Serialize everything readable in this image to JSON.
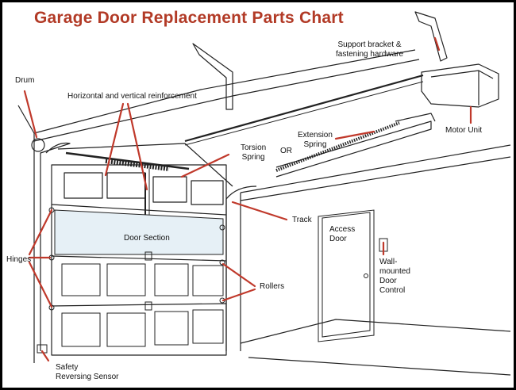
{
  "title": "Garage Door Replacement Parts Chart",
  "colors": {
    "title": "#b23a26",
    "pointer": "#c0392b",
    "line": "#222222",
    "panel": "#e6f0f6"
  },
  "labels": {
    "support_bracket": "Support bracket &\nfastening hardware",
    "drum": "Drum",
    "reinforcement": "Horizontal and vertical reinforcement",
    "torsion_spring": "Torsion\nSpring",
    "or": "OR",
    "extension_spring": "Extension\nSpring",
    "motor_unit": "Motor Unit",
    "track": "Track",
    "door_section": "Door Section",
    "access_door": "Access\nDoor",
    "hinges": "Hinges",
    "wall_control": "Wall-\nmounted\nDoor\nControl",
    "rollers": "Rollers",
    "safety_sensor": "Safety\nReversing Sensor"
  }
}
